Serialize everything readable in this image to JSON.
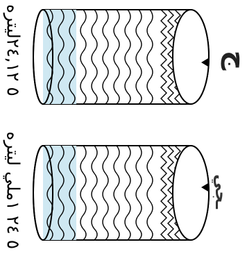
{
  "colors": {
    "water": "#cfe8f2",
    "outline": "#000000",
    "cap": "#ffffff",
    "accent_red": "#d8191f"
  },
  "icons": [
    "membrane-cylinder-icon",
    "membrane-cylinder-icon"
  ],
  "labels": {
    "top": "٥ ٢٤,١٢ليتره",
    "bottom": "٥ ٢٤ ١ملي ليتره"
  },
  "fragments": {
    "top": "ج",
    "bottom": "ـجي"
  }
}
